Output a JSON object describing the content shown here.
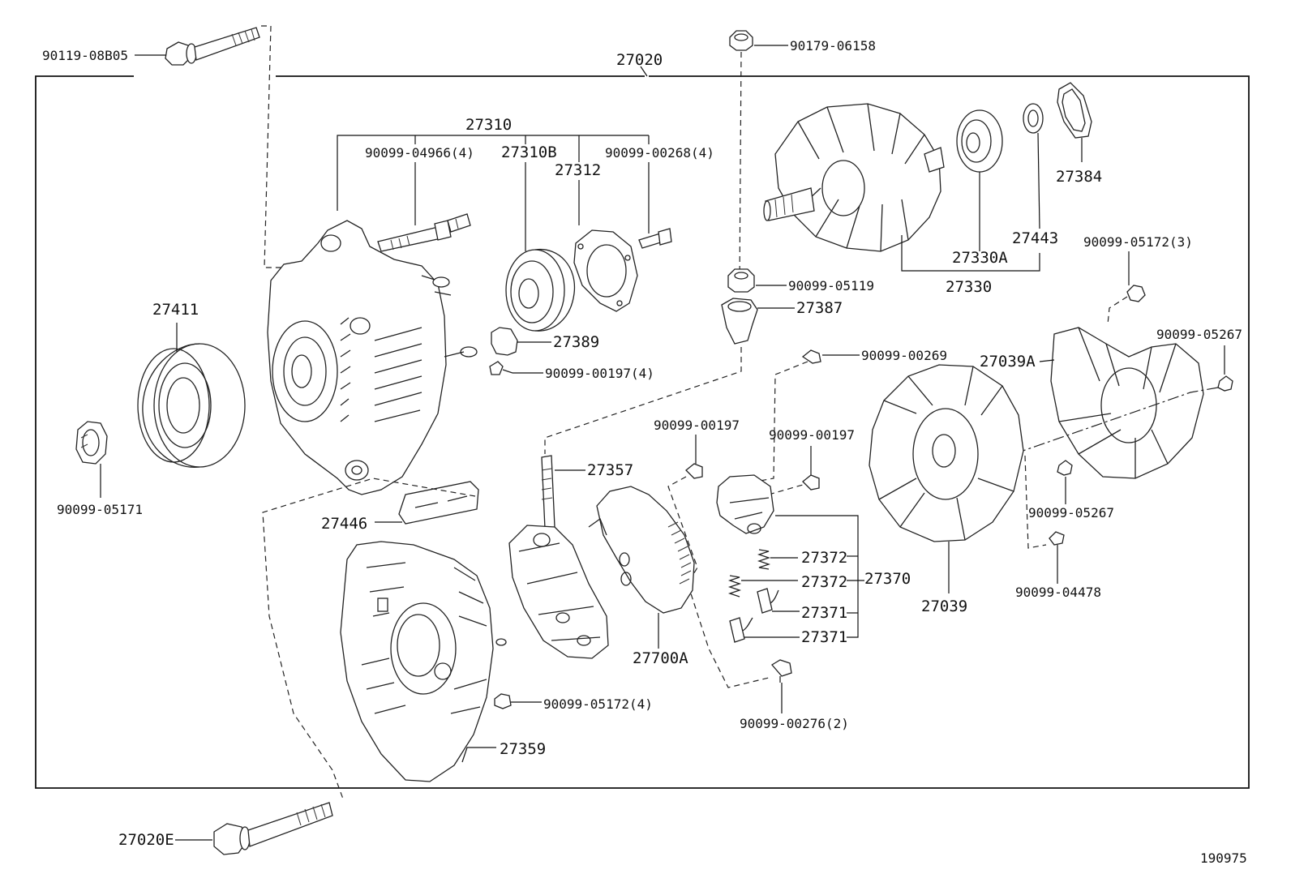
{
  "diagram_id": "190975",
  "labels": {
    "p90119_08B05": "90119-08B05",
    "p27020": "27020",
    "p90179_06158": "90179-06158",
    "p27310": "27310",
    "p90099_04966": "90099-04966(4)",
    "p27310B": "27310B",
    "p27312": "27312",
    "p90099_00268": "90099-00268(4)",
    "p27384": "27384",
    "p27443": "27443",
    "p27330A": "27330A",
    "p27330": "27330",
    "p90099_05119": "90099-05119",
    "p27387": "27387",
    "p90099_05172_3": "90099-05172(3)",
    "p27411": "27411",
    "p27389": "27389",
    "p90099_00197_4": "90099-00197(4)",
    "p90099_00269": "90099-00269",
    "p27039A": "27039A",
    "p90099_05267_a": "90099-05267",
    "p90099_00197_a": "90099-00197",
    "p90099_00197_b": "90099-00197",
    "p27357": "27357",
    "p90099_05171": "90099-05171",
    "p27446": "27446",
    "p90099_05267_b": "90099-05267",
    "p27372_a": "27372",
    "p27372_b": "27372",
    "p27370": "27370",
    "p27039": "27039",
    "p90099_04478": "90099-04478",
    "p27371_a": "27371",
    "p27371_b": "27371",
    "p27700A": "27700A",
    "p90099_05172_4": "90099-05172(4)",
    "p90099_00276": "90099-00276(2)",
    "p27359": "27359",
    "p27020E": "27020E"
  }
}
